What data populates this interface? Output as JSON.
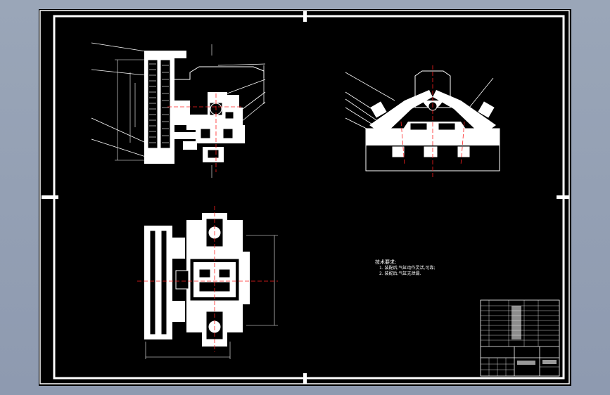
{
  "drawing": {
    "tech_notes": {
      "heading": "技术要求:",
      "line1": "1. 装配后,气缸动作灵活,可靠;",
      "line2": "2. 装配后,气缸无泄漏."
    }
  },
  "colors": {
    "background": "#000000",
    "lines": "#ffffff",
    "centerline": "#ff2020",
    "frame": "#ffffff"
  }
}
